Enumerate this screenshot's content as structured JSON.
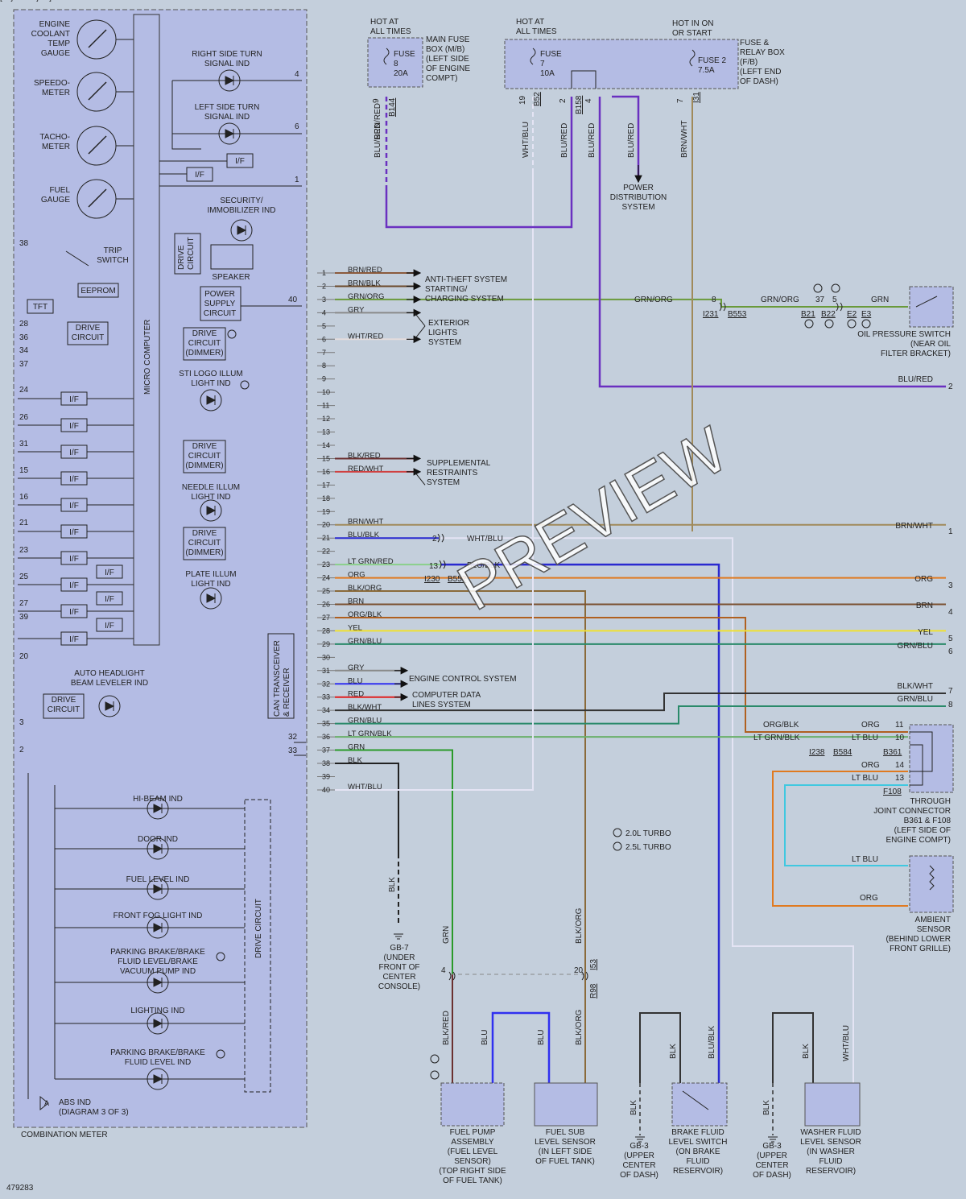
{
  "diagram_id": "479283",
  "watermark": "PREVIEW",
  "colors": {
    "background": "#c4cfdc",
    "panel": "#b4bce4",
    "BRN/RED": "#8b5a3c",
    "BRN/BLK": "#6b4a2a",
    "GRN/ORG": "#6a9a3a",
    "GRY": "#8a8a8a",
    "WHT/RED": "#e4dcdc",
    "BLK/RED": "#6b3030",
    "RED/WHT": "#d04040",
    "BRN/WHT": "#a08a5a",
    "BLU/BLK": "#2a2ad0",
    "WHT/BLU": "#e4e4f4",
    "LT GRN/RED": "#8ad08a",
    "ORG": "#e07a20",
    "BLK/ORG": "#8a6a3a",
    "BRN": "#7a5030",
    "ORG/BLK": "#b06020",
    "YEL": "#f0e030",
    "GRN/BLU": "#2a8a6a",
    "BLU": "#3030f0",
    "RED": "#e02020",
    "BLK/WHT": "#333333",
    "LT GRN/BLK": "#6ab06a",
    "GRN": "#2a9a2a",
    "BLK": "#222222",
    "BLU/RED": "#6a30c0",
    "LT BLU": "#40c8e0"
  },
  "meter": {
    "title": "COMBINATION METER",
    "micro_computer": "MICRO COMPUTER",
    "gauges": [
      "ENGINE\nCOOLANT\nTEMP\nGAUGE",
      "SPEEDO-\nMETER",
      "TACHO-\nMETER",
      "FUEL\nGAUGE"
    ],
    "turn_right": "RIGHT SIDE TURN\nSIGNAL IND",
    "turn_left": "LEFT SIDE TURN\nSIGNAL IND",
    "if": "I/F",
    "security": "SECURITY/\nIMMOBILIZER IND",
    "trip_switch": "TRIP\nSWITCH",
    "eeprom": "EEPROM",
    "tft": "TFT",
    "drive_circuit_v": "DRIVE\nCIRCUIT",
    "speaker": "SPEAKER",
    "power_supply": "POWER\nSUPPLY\nCIRCUIT",
    "drive_circuit": "DRIVE\nCIRCUIT",
    "drive_dimmer": "DRIVE\nCIRCUIT\n(DIMMER)",
    "sti_logo": "STI LOGO ILLUM\nLIGHT IND",
    "needle_illum": "NEEDLE ILLUM\nLIGHT IND",
    "plate_illum": "PLATE ILLUM\nLIGHT IND",
    "auto_headlight": "AUTO HEADLIGHT\nBEAM LEVELER IND",
    "can": "CAN TRANSCEIVER\n& RECEIVER",
    "drive_circuit_right": "DRIVE CIRCUIT",
    "indicators": [
      "HI-BEAM IND",
      "DOOR IND",
      "FUEL LEVEL IND",
      "FRONT FOG LIGHT IND",
      "PARKING BRAKE/BRAKE\nFLUID LEVEL/BRAKE\nVACUUM PUMP IND",
      "LIGHTING IND",
      "PARKING BRAKE/BRAKE\nFLUID LEVEL IND"
    ],
    "abs": "ABS IND\n(DIAGRAM 3 OF 3)",
    "abs_letter": "A",
    "left_pins": [
      "38",
      "28",
      "36",
      "34",
      "37",
      "24",
      "26",
      "31",
      "15",
      "16",
      "21",
      "23",
      "25",
      "27",
      "39",
      "20",
      "3",
      "2"
    ],
    "right_pins": [
      "4",
      "6",
      "1",
      "40",
      "32",
      "33"
    ]
  },
  "power": {
    "hot_always_1": "HOT AT\nALL TIMES",
    "hot_always_2": "HOT AT\nALL TIMES",
    "hot_on_start": "HOT IN ON\nOR START",
    "main_fuse_label": "MAIN FUSE\nBOX (M/B)\n(LEFT SIDE\nOF ENGINE\nCOMPT)",
    "fuse8": "FUSE\n8\n20A",
    "fuse7": "FUSE\n7\n10A",
    "fuse2": "FUSE 2\n7.5A",
    "relay_box_label": "FUSE &\nRELAY BOX\n(F/B)\n(LEFT END\nOF DASH)",
    "pins_top": [
      "9",
      "B144",
      "19",
      "B52",
      "2",
      "B158",
      "4",
      "7",
      "I31"
    ],
    "power_distribution": "POWER\nDISTRIBUTION\nSYSTEM"
  },
  "connector_pins": [
    "1",
    "2",
    "3",
    "4",
    "5",
    "6",
    "7",
    "8",
    "9",
    "10",
    "11",
    "12",
    "13",
    "14",
    "15",
    "16",
    "17",
    "18",
    "19",
    "20",
    "21",
    "22",
    "23",
    "24",
    "25",
    "26",
    "27",
    "28",
    "29",
    "30",
    "31",
    "32",
    "33",
    "34",
    "35",
    "36",
    "37",
    "38",
    "39",
    "40"
  ],
  "wire_labels": {
    "1": "BRN/RED",
    "2": "BRN/BLK",
    "3": "GRN/ORG",
    "4": "GRY",
    "6": "WHT/RED",
    "15": "BLK/RED",
    "16": "RED/WHT",
    "20": "BRN/WHT",
    "21": "BLU/BLK",
    "23": "LT GRN/RED",
    "24": "ORG",
    "25": "BLK/ORG",
    "26": "BRN",
    "27": "ORG/BLK",
    "28": "YEL",
    "29": "GRN/BLU",
    "31": "GRY",
    "32": "BLU",
    "33": "RED",
    "34": "BLK/WHT",
    "35": "GRN/BLU",
    "36": "LT GRN/BLK",
    "37": "GRN",
    "38": "BLK",
    "40": "WHT/BLU"
  },
  "systems": {
    "anti_theft": "ANTI-THEFT SYSTEM\nSTARTING/\nCHARGING SYSTEM",
    "exterior": "EXTERIOR\nLIGHTS\nSYSTEM",
    "srs": "SUPPLEMENTAL\nRESTRAINTS\nSYSTEM",
    "engine_control": "ENGINE CONTROL SYSTEM",
    "computer_data": "COMPUTER DATA\nLINES SYSTEM"
  },
  "right_side": {
    "grn_org": "GRN/ORG",
    "grn_org_2": "GRN/ORG",
    "grn": "GRN",
    "c_pin_8": "8",
    "c_i231": "I231",
    "c_b553": "B553",
    "c_37": "37",
    "c_5": "5",
    "c_b21": "B21",
    "c_b22": "B22",
    "c_e2": "E2",
    "c_e3": "E3",
    "oil_pressure": "OIL PRESSURE SWITCH\n(NEAR OIL\nFILTER BRACKET)",
    "blu_red": "BLU/RED",
    "brn_wht": "BRN/WHT",
    "wht_blu": "WHT/BLU",
    "blu_blk": "BLU/BLK",
    "c_i230": "I230",
    "c_b552": "B552",
    "c_13": "13",
    "c_2": "2",
    "right_edge_pins": [
      "1",
      "2",
      "3",
      "4",
      "5",
      "6",
      "7",
      "8"
    ],
    "org": "ORG",
    "brn": "BRN",
    "yel": "YEL",
    "grn_blu": "GRN/BLU",
    "blk_wht": "BLK/WHT",
    "org_blk": "ORG/BLK",
    "lt_grn_blk": "LT GRN/BLK",
    "lt_blu": "LT BLU",
    "c_i238": "I238",
    "c_b584": "B584",
    "c_b361": "B361",
    "c_f108": "F108",
    "through_joint": "THROUGH\nJOINT CONNECTOR\nB361 & F108\n(LEFT SIDE OF\nENGINE COMPT)",
    "tj_pins": [
      "11",
      "10",
      "14",
      "13"
    ],
    "ambient": "AMBIENT\nSENSOR\n(BEHIND LOWER\nFRONT GRILLE)",
    "legend_1": "2.0L TURBO",
    "legend_2": "2.5L TURBO"
  },
  "bottom": {
    "blk": "BLK",
    "gb7": "GB-7\n(UNDER\nFRONT OF\nCENTER\nCONSOLE)",
    "grn": "GRN",
    "blk_org": "BLK/ORG",
    "c_4": "4",
    "c_20": "20",
    "c_i53": "I53",
    "c_r98": "R98",
    "blk_red": "BLK/RED",
    "blu": "BLU",
    "blu_blk": "BLU/BLK",
    "wht_blu": "WHT/BLU",
    "fuel_pump": "FUEL PUMP\nASSEMBLY\n(FUEL LEVEL\nSENSOR)\n(TOP RIGHT SIDE\nOF FUEL TANK)",
    "fuel_sub": "FUEL SUB\nLEVEL SENSOR\n(IN LEFT SIDE\nOF FUEL TANK)",
    "gb3_a": "GB-3\n(UPPER\nCENTER\nOF DASH)",
    "brake_fluid": "BRAKE FLUID\nLEVEL SWITCH\n(ON BRAKE\nFLUID\nRESERVOIR)",
    "gb3_b": "GB-3\n(UPPER\nCENTER\nOF DASH)",
    "washer": "WASHER FLUID\nLEVEL SENSOR\n(IN WASHER\nFLUID\nRESERVOIR)"
  }
}
